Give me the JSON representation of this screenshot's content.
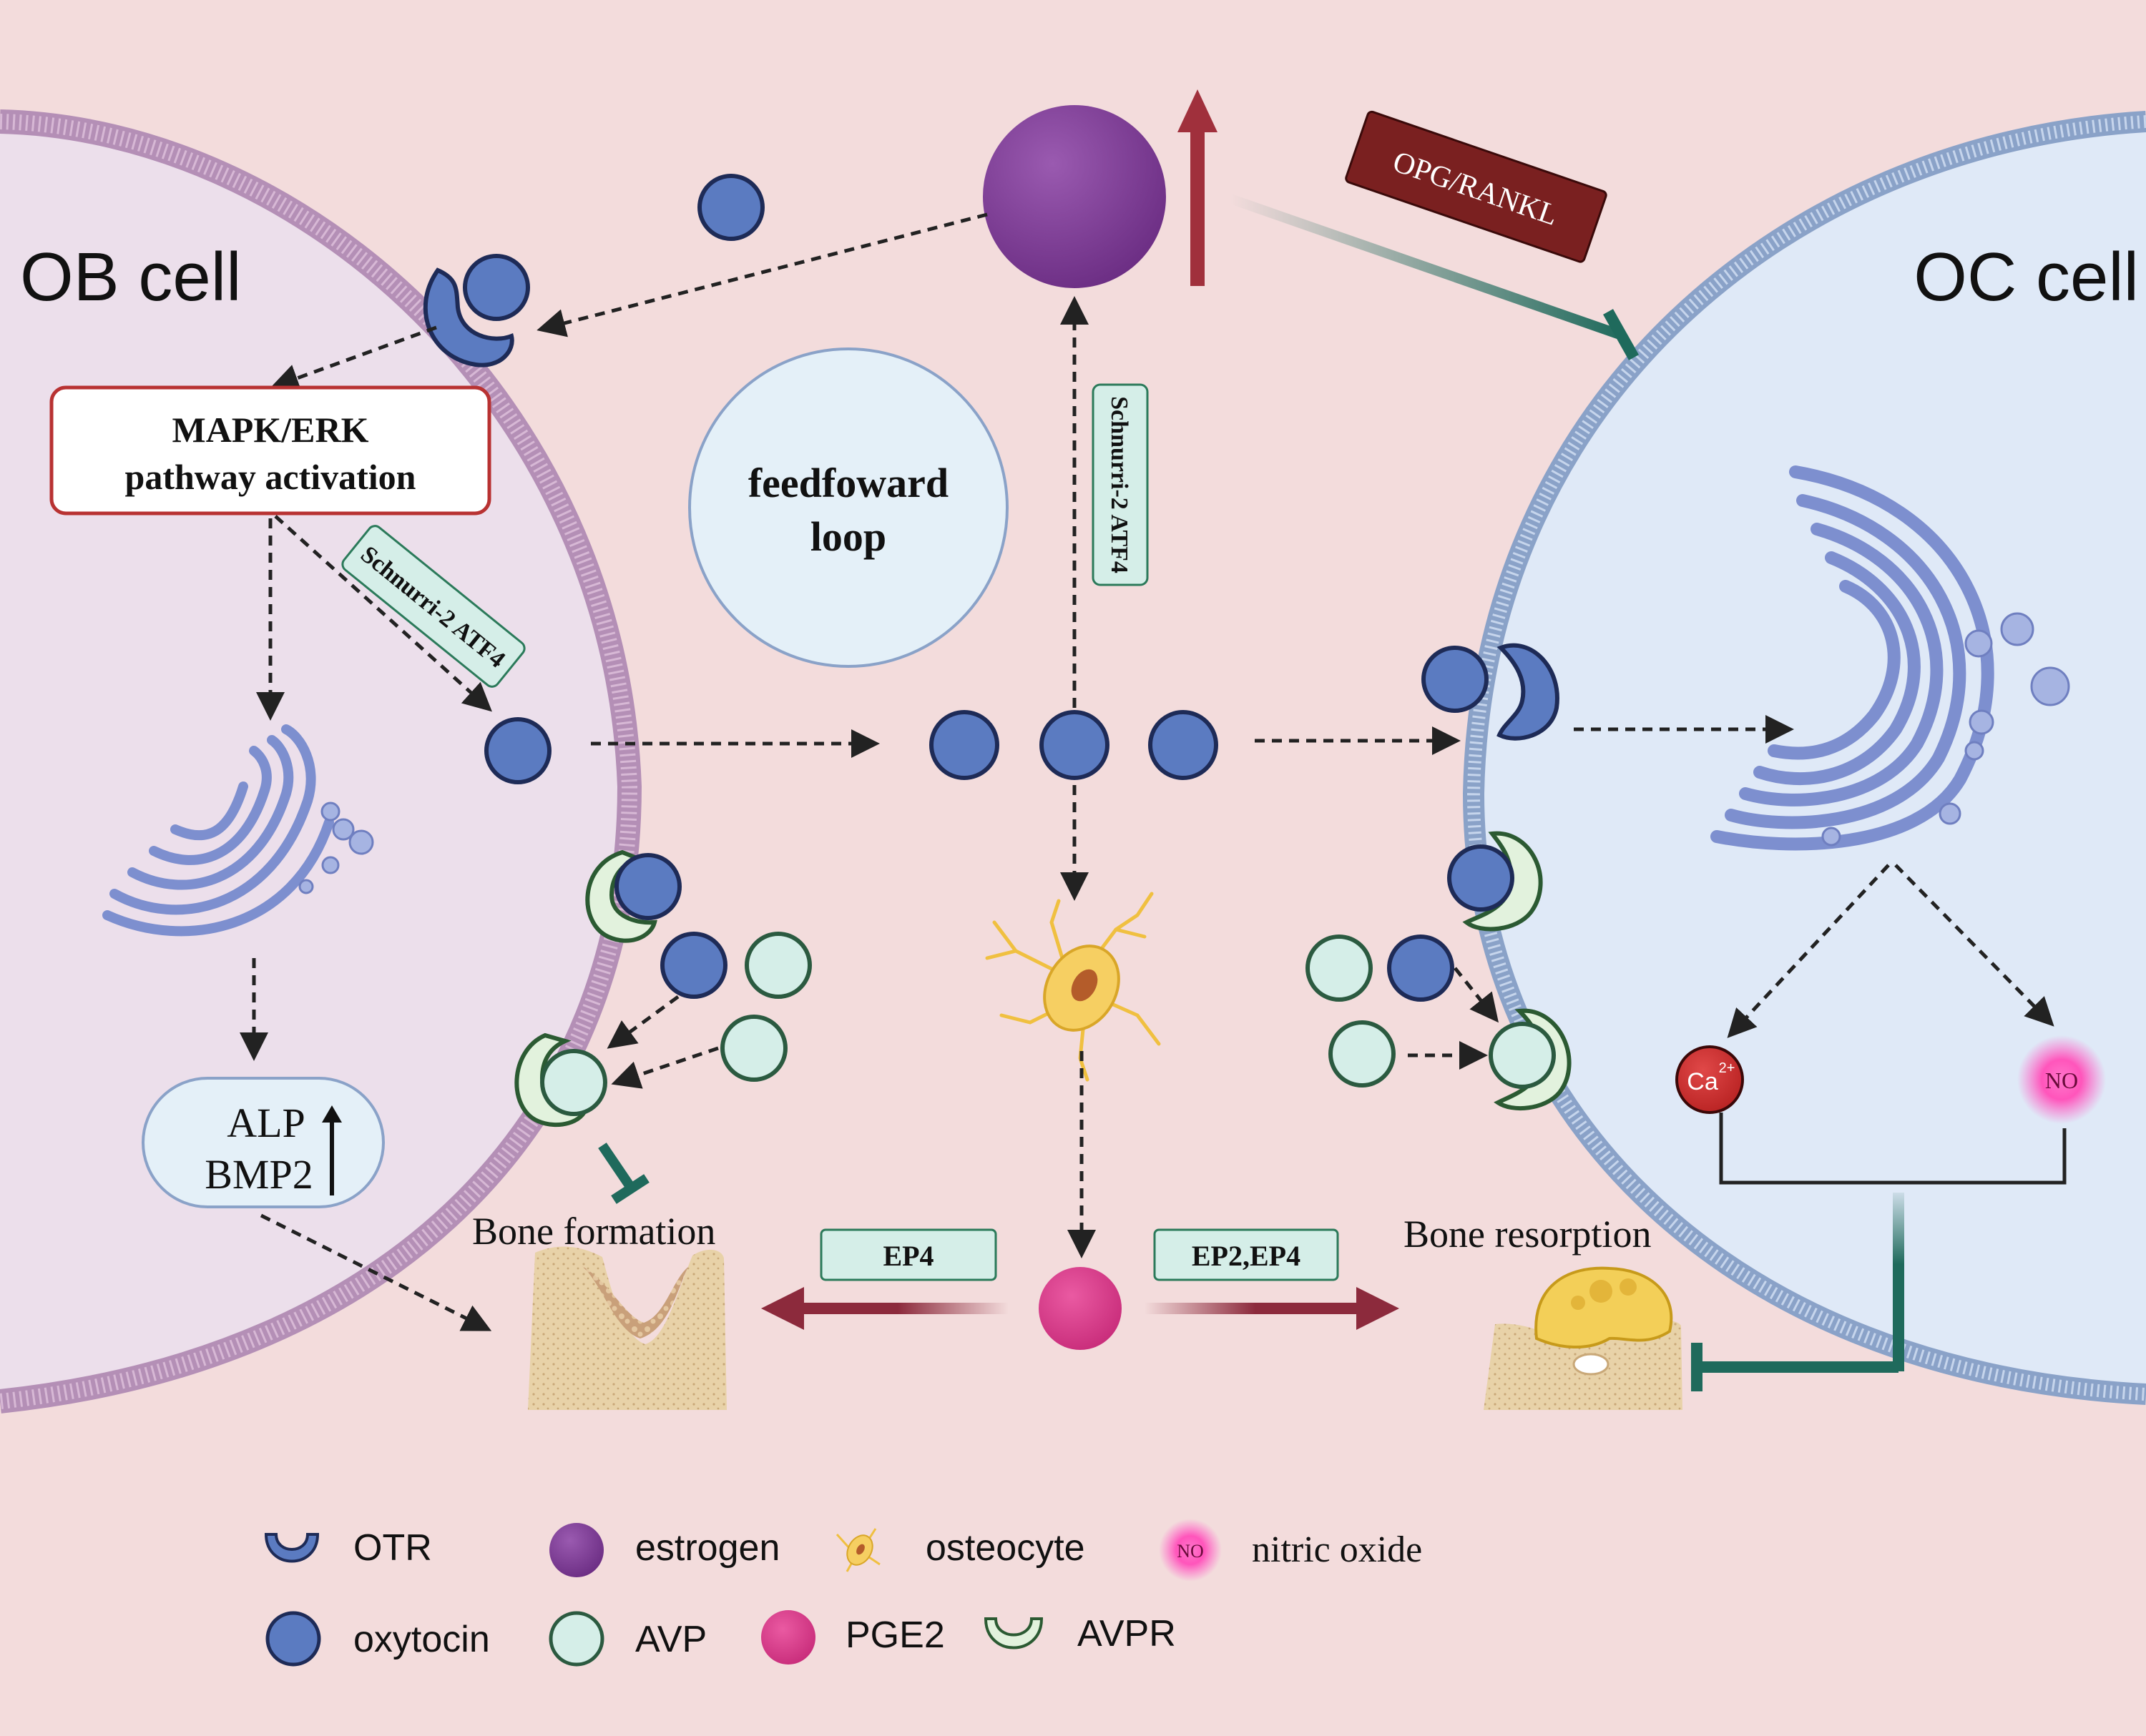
{
  "cells": {
    "ob_label": "OB cell",
    "oc_label": "OC cell"
  },
  "boxes": {
    "mapk_line1": "MAPK/ERK",
    "mapk_line2": "pathway activation",
    "feedforward_line1": "feedfoward",
    "feedforward_line2": "loop",
    "opg_rankl": "OPG/RANKL",
    "schnurri_left": "Schnurri-2 ATF4",
    "schnurri_center": "Schnurri-2 ATF4",
    "alp": "ALP",
    "bmp2": "BMP2",
    "ep4": "EP4",
    "ep2_ep4": "EP2,EP4",
    "ca": "Ca",
    "ca_sup": "2+",
    "no": "NO"
  },
  "labels": {
    "bone_formation": "Bone formation",
    "bone_resorption": "Bone resorption"
  },
  "legend": {
    "otr": "OTR",
    "estrogen": "estrogen",
    "osteocyte": "osteocyte",
    "nitric_oxide": "nitric oxide",
    "nitric_oxide_icon_text": "NO",
    "oxytocin": "oxytocin",
    "avp": "AVP",
    "pge2": "PGE2",
    "avpr": "AVPR"
  },
  "colors": {
    "background": "#f3dcdc",
    "oxytocin": "#5b7bc1",
    "avp": "#d5eee8",
    "estrogen": "#7a3a92",
    "pge2": "#d93a8a",
    "inhibit_teal": "#1f6a5c",
    "red_arrow": "#a0303c",
    "opg_box": "#7a2020"
  }
}
